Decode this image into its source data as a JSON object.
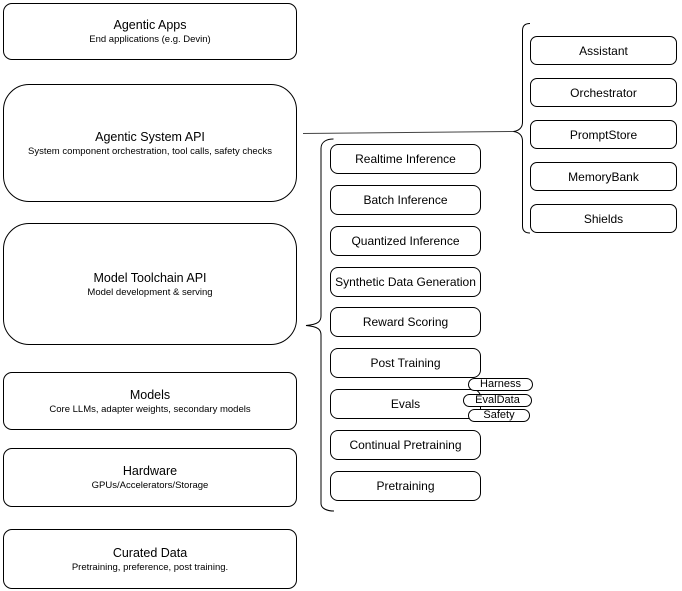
{
  "layers": [
    {
      "title": "Agentic Apps",
      "subtitle": "End applications (e.g. Devin)"
    },
    {
      "title": "Agentic System API",
      "subtitle": "System component orchestration, tool calls, safety checks"
    },
    {
      "title": "Model Toolchain API",
      "subtitle": "Model development & serving"
    },
    {
      "title": "Models",
      "subtitle": "Core LLMs, adapter weights, secondary models"
    },
    {
      "title": "Hardware",
      "subtitle": "GPUs/Accelerators/Storage"
    },
    {
      "title": "Curated Data",
      "subtitle": "Pretraining, preference, post training."
    }
  ],
  "toolchain": [
    "Realtime Inference",
    "Batch Inference",
    "Quantized Inference",
    "Synthetic Data Generation",
    "Reward Scoring",
    "Post Training",
    "Evals",
    "Continual Pretraining",
    "Pretraining"
  ],
  "eval_tags": [
    "Harness",
    "EvalData",
    "Safety"
  ],
  "components": [
    "Assistant",
    "Orchestrator",
    "PromptStore",
    "MemoryBank",
    "Shields"
  ],
  "colors": {
    "stroke": "#000000",
    "fill": "#ffffff",
    "text": "#000000",
    "connector": "#444444"
  }
}
